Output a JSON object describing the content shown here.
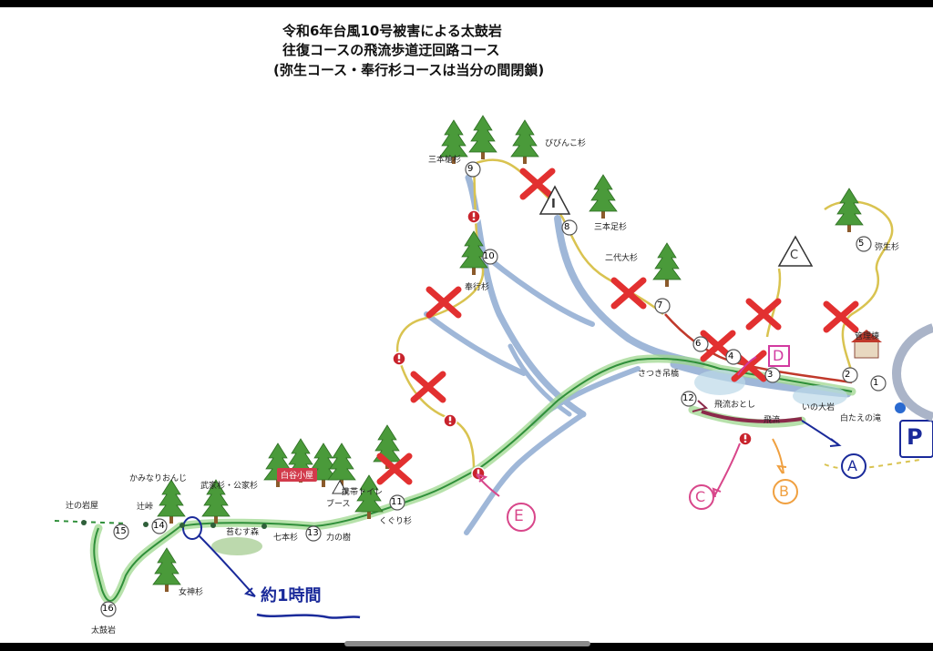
{
  "title": {
    "line1": "令和6年台風10号被害による太鼓岩",
    "line2": "往復コースの飛流歩道迂回路コース",
    "line3": "(弥生コース・奉行杉コースは当分の間閉鎖)"
  },
  "places": {
    "sanbonyari": "三本槍杉",
    "bibinko": "びびんこ杉",
    "sanbonashi": "三本足杉",
    "nidai": "二代大杉",
    "bugyo": "奉行杉",
    "yayoi": "弥生杉",
    "kanrito": "管理棟",
    "satsuki": "さつき吊橋",
    "hiryuotoshi": "飛流おとし",
    "hiryu": "飛流",
    "inoo": "いの大岩",
    "shirataenotaki": "白たえの滝",
    "tsujinoiwaya": "辻の岩屋",
    "tsujitoge": "辻峠",
    "kaminari": "かみなりおんじ",
    "bukesugi": "武家杉・公家杉",
    "kokemusu": "苔むす森",
    "nanamoto": "七本杉",
    "chikara": "力の樹",
    "toilet1": "携帯トイレ",
    "toilet2": "ブース",
    "kuguri": "くぐり杉",
    "megami": "女神杉",
    "taikoiwa": "太鼓岩",
    "hut": "白谷小屋"
  },
  "waypoints": [
    "1",
    "2",
    "3",
    "4",
    "5",
    "6",
    "7",
    "8",
    "9",
    "10",
    "11",
    "12",
    "13",
    "14",
    "15",
    "16"
  ],
  "markers": {
    "A": "A",
    "B": "B",
    "C": "C",
    "D": "D",
    "E": "E",
    "camp1": "I",
    "camp2": "C"
  },
  "time_note": "約1時間",
  "parking": "P",
  "colors": {
    "route_green": "#2f8f3a",
    "route_yellow": "#d9c350",
    "river": "#9fb7d8",
    "closed_x": "#e23030",
    "annot_blue": "#1a2a9a",
    "annot_orange": "#f0a040",
    "annot_pink": "#d8468a",
    "annot_magenta": "#d23aa0"
  },
  "icons": [
    "tree-icon",
    "warning-icon",
    "campsite-icon",
    "parking-icon",
    "hut-icon",
    "closed-x-icon"
  ]
}
